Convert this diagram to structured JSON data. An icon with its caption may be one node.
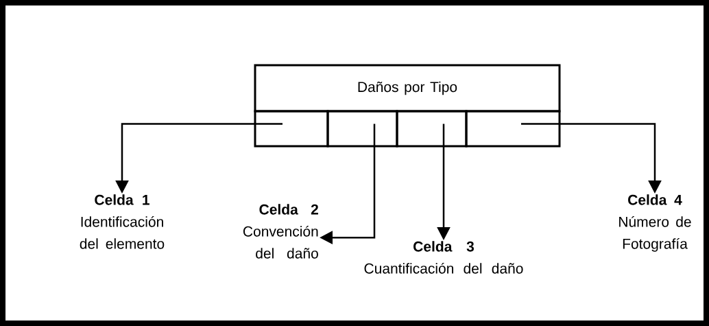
{
  "diagram": {
    "nodes": [
      {
        "text": [
          "Daños por Tipo"
        ]
      },
      {
        "text": [],
        "shape": "box"
      },
      {
        "text": [],
        "shape": "box"
      },
      {
        "text": [],
        "shape": "box"
      },
      {
        "text": [],
        "shape": "box"
      },
      {
        "text": [
          "Celda 1",
          "Identificación del elemento"
        ]
      },
      {
        "text": [
          "Celda 2",
          "Convención del daño"
        ]
      },
      {
        "text": [
          "Celda 3",
          "Cuantificación del daño"
        ]
      },
      {
        "text": [
          "Celda 4",
          "Número de Fotografía"
        ]
      }
    ],
    "edges": [
      {
        "from": 1,
        "to": 5,
        "arrow": "to"
      },
      {
        "from": 2,
        "to": 6,
        "arrow": "to"
      },
      {
        "from": 3,
        "to": 7,
        "arrow": "to"
      },
      {
        "from": 4,
        "to": 8,
        "arrow": "to"
      }
    ]
  }
}
